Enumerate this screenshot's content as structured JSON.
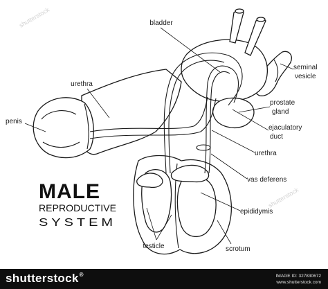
{
  "labels": {
    "bladder": "bladder",
    "urethra_top": "urethra",
    "penis": "penis",
    "seminal_vesicle_line1": "seminal",
    "seminal_vesicle_line2": "vesicle",
    "prostate_line1": "prostate",
    "prostate_line2": "gland",
    "ejaculatory_line1": "ejaculatory",
    "ejaculatory_line2": "duct",
    "urethra_right": "urethra",
    "vas_deferens": "vas deferens",
    "epididymis": "epididymis",
    "testicle": "testicle",
    "scrotum": "scrotum"
  },
  "title": {
    "line1": "MALE",
    "line2": "REPRODUCTIVE",
    "line3": "SYSTEM"
  },
  "watermark": {
    "text": "shutterstock"
  },
  "footer": {
    "brand": "shutterstock",
    "brand_mark": "®",
    "image_id": "IMAGE ID: 327830672",
    "site": "www.shutterstock.com"
  },
  "colors": {
    "line": "#1a1a1a",
    "footer_bg": "#0e0e0e",
    "background": "#ffffff"
  }
}
